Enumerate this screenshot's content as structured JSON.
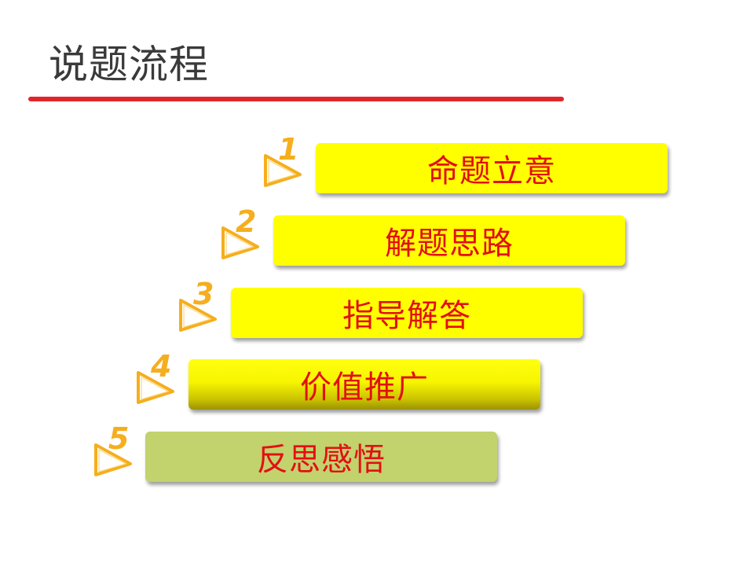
{
  "title": "说题流程",
  "colors": {
    "title_text": "#3a3a3a",
    "underline": "#e0262b",
    "marker": "#f5ae1e",
    "step_text": "#e30f13",
    "box_yellow": "#ffff00",
    "box_green": "#c2d26d"
  },
  "steps": [
    {
      "number": "1",
      "label": "命题立意",
      "style": "yellow"
    },
    {
      "number": "2",
      "label": "解题思路",
      "style": "yellow"
    },
    {
      "number": "3",
      "label": "指导解答",
      "style": "yellow"
    },
    {
      "number": "4",
      "label": "价值推广",
      "style": "gradient"
    },
    {
      "number": "5",
      "label": "反思感悟",
      "style": "green"
    }
  ]
}
